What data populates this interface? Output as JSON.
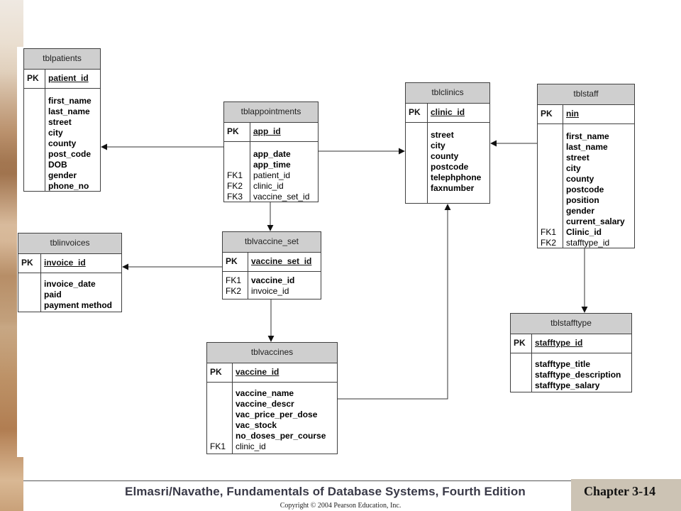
{
  "tables": {
    "patients": {
      "title": "tblpatients",
      "pk_label": "PK",
      "pk_field": "patient_id",
      "rows": [
        {
          "key": "",
          "field": "first_name",
          "bold": true
        },
        {
          "key": "",
          "field": "last_name",
          "bold": true
        },
        {
          "key": "",
          "field": "street",
          "bold": true
        },
        {
          "key": "",
          "field": "city",
          "bold": true
        },
        {
          "key": "",
          "field": "county",
          "bold": true
        },
        {
          "key": "",
          "field": "post_code",
          "bold": true
        },
        {
          "key": "",
          "field": "DOB",
          "bold": true
        },
        {
          "key": "",
          "field": "gender",
          "bold": true
        },
        {
          "key": "",
          "field": "phone_no",
          "bold": true
        }
      ]
    },
    "appointments": {
      "title": "tblappointments",
      "pk_label": "PK",
      "pk_field": "app_id",
      "rows": [
        {
          "key": "",
          "field": "app_date",
          "bold": true
        },
        {
          "key": "",
          "field": "app_time",
          "bold": true
        },
        {
          "key": "FK1",
          "field": "patient_id",
          "bold": false
        },
        {
          "key": "FK2",
          "field": "clinic_id",
          "bold": false
        },
        {
          "key": "FK3",
          "field": "vaccine_set_id",
          "bold": false
        }
      ]
    },
    "clinics": {
      "title": "tblclinics",
      "pk_label": "PK",
      "pk_field": "clinic_id",
      "rows": [
        {
          "key": "",
          "field": "street",
          "bold": true
        },
        {
          "key": "",
          "field": "city",
          "bold": true
        },
        {
          "key": "",
          "field": "county",
          "bold": true
        },
        {
          "key": "",
          "field": "postcode",
          "bold": true
        },
        {
          "key": "",
          "field": "telephphone",
          "bold": true
        },
        {
          "key": "",
          "field": "faxnumber",
          "bold": true
        }
      ]
    },
    "staff": {
      "title": "tblstaff",
      "pk_label": "PK",
      "pk_field": "nin",
      "rows": [
        {
          "key": "",
          "field": "first_name",
          "bold": true
        },
        {
          "key": "",
          "field": "last_name",
          "bold": true
        },
        {
          "key": "",
          "field": "street",
          "bold": true
        },
        {
          "key": "",
          "field": "city",
          "bold": true
        },
        {
          "key": "",
          "field": "county",
          "bold": true
        },
        {
          "key": "",
          "field": "postcode",
          "bold": true
        },
        {
          "key": "",
          "field": "position",
          "bold": true
        },
        {
          "key": "",
          "field": "gender",
          "bold": true
        },
        {
          "key": "",
          "field": "current_salary",
          "bold": true
        },
        {
          "key": "FK1",
          "field": "Clinic_id",
          "bold": true
        },
        {
          "key": "FK2",
          "field": "stafftype_id",
          "bold": false
        }
      ]
    },
    "invoices": {
      "title": "tblinvoices",
      "pk_label": "PK",
      "pk_field": "invoice_id",
      "rows": [
        {
          "key": "",
          "field": "invoice_date",
          "bold": true
        },
        {
          "key": "",
          "field": "paid",
          "bold": true
        },
        {
          "key": "",
          "field": "payment method",
          "bold": true
        }
      ]
    },
    "vaccine_set": {
      "title": "tblvaccine_set",
      "pk_label": "PK",
      "pk_field": "vaccine_set_id",
      "rows": [
        {
          "key": "FK1",
          "field": "vaccine_id",
          "bold": true
        },
        {
          "key": "FK2",
          "field": "invoice_id",
          "bold": false
        }
      ]
    },
    "vaccines": {
      "title": "tblvaccines",
      "pk_label": "PK",
      "pk_field": "vaccine_id",
      "rows": [
        {
          "key": "",
          "field": "vaccine_name",
          "bold": true
        },
        {
          "key": "",
          "field": "vaccine_descr",
          "bold": true
        },
        {
          "key": "",
          "field": "vac_price_per_dose",
          "bold": true
        },
        {
          "key": "",
          "field": "vac_stock",
          "bold": true
        },
        {
          "key": "",
          "field": "no_doses_per_course",
          "bold": true
        },
        {
          "key": "FK1",
          "field": "clinic_id",
          "bold": false
        }
      ]
    },
    "stafftype": {
      "title": "tblstafftype",
      "pk_label": "PK",
      "pk_field": "stafftype_id",
      "rows": [
        {
          "key": "",
          "field": "stafftype_title",
          "bold": true
        },
        {
          "key": "",
          "field": "stafftype_description",
          "bold": true
        },
        {
          "key": "",
          "field": "stafftype_salary",
          "bold": true
        }
      ]
    }
  },
  "footer": {
    "title": "Elmasri/Navathe, Fundamentals of Database Systems, Fourth Edition",
    "copyright": "Copyright © 2004 Pearson Education, Inc.",
    "chapter": "Chapter 3-14"
  },
  "colors": {
    "table_header": "#cfcfcf",
    "border": "#3f3f3f",
    "chapter_box": "#ccc3b4",
    "footer_title": "#3a3a48"
  }
}
